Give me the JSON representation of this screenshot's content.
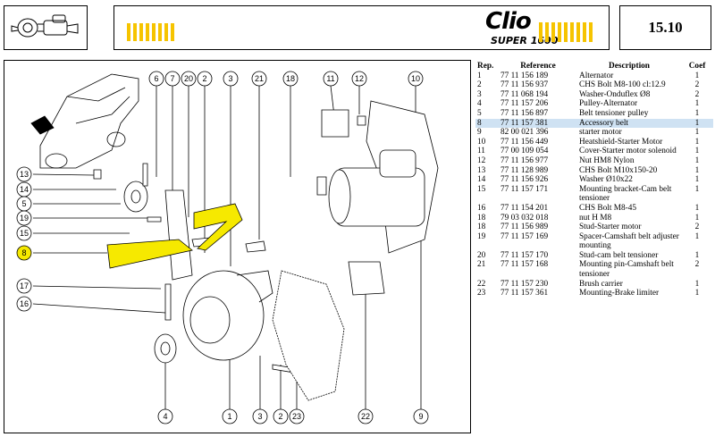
{
  "header": {
    "page_number": "15.10",
    "logo_main": "Clio",
    "logo_sub": "SUPER 1600"
  },
  "table": {
    "col_rep": "Rep.",
    "col_ref": "Reference",
    "col_desc": "Description",
    "col_coef": "Coef",
    "rows": [
      {
        "rep": "1",
        "ref": "77 11 156 189",
        "desc": "Alternator",
        "coef": "1"
      },
      {
        "rep": "2",
        "ref": "77 11 156 937",
        "desc": "CHS Bolt M8-100 cl:12.9",
        "coef": "2"
      },
      {
        "rep": "3",
        "ref": "77 11 068 194",
        "desc": "Washer-Onduflex Ø8",
        "coef": "2"
      },
      {
        "rep": "4",
        "ref": "77 11 157 206",
        "desc": "Pulley-Alternator",
        "coef": "1"
      },
      {
        "rep": "5",
        "ref": "77 11 156 897",
        "desc": "Belt tensioner pulley",
        "coef": "1"
      },
      {
        "rep": "8",
        "ref": "77 11 157 381",
        "desc": "Accessory belt",
        "coef": "1"
      },
      {
        "rep": "9",
        "ref": "82 00 021 396",
        "desc": "starter motor",
        "coef": "1"
      },
      {
        "rep": "10",
        "ref": "77 11 156 449",
        "desc": "Heatshield-Starter Motor",
        "coef": "1"
      },
      {
        "rep": "11",
        "ref": "77 00 109 054",
        "desc": "Cover-Starter motor solenoid",
        "coef": "1"
      },
      {
        "rep": "12",
        "ref": "77 11 156 977",
        "desc": "Nut HM8 Nylon",
        "coef": "1"
      },
      {
        "rep": "13",
        "ref": "77 11 128 989",
        "desc": "CHS Bolt M10x150-20",
        "coef": "1"
      },
      {
        "rep": "14",
        "ref": "77 11 156 926",
        "desc": "Washer Ø10x22",
        "coef": "1"
      },
      {
        "rep": "15",
        "ref": "77 11 157 171",
        "desc": "Mounting bracket-Cam belt tensioner",
        "coef": "1"
      },
      {
        "rep": "16",
        "ref": "77 11 154 201",
        "desc": "CHS Bolt M8-45",
        "coef": "1"
      },
      {
        "rep": "18",
        "ref": "79 03 032 018",
        "desc": "nut H M8",
        "coef": "1"
      },
      {
        "rep": "18",
        "ref": "77 11 156 989",
        "desc": "Stud-Starter motor",
        "coef": "2"
      },
      {
        "rep": "19",
        "ref": "77 11 157 169",
        "desc": "Spacer-Camshaft belt adjuster mounting",
        "coef": "1"
      },
      {
        "rep": "20",
        "ref": "77 11 157 170",
        "desc": "Stud-cam belt tensioner",
        "coef": "1"
      },
      {
        "rep": "21",
        "ref": "77 11 157 168",
        "desc": "Mounting pin-Camshaft belt tensioner",
        "coef": "2"
      },
      {
        "rep": "22",
        "ref": "77 11 157 230",
        "desc": "Brush carrier",
        "coef": "1"
      },
      {
        "rep": "23",
        "ref": "77 11 157 361",
        "desc": "Mounting-Brake limiter",
        "coef": "1"
      }
    ],
    "highlight_rep": "8",
    "highlight_color": "#cfe2f3"
  },
  "diagram": {
    "callouts_top": [
      "6",
      "7",
      "20",
      "2",
      "3",
      "21",
      "18",
      "11",
      "12",
      "10"
    ],
    "callouts_left": [
      "13",
      "14",
      "5",
      "19",
      "15",
      "8",
      "17",
      "16"
    ],
    "callouts_bottom": [
      "4",
      "1",
      "3",
      "2",
      "23",
      "22",
      "9"
    ],
    "belt_color": "#f6e900",
    "highlight_callout": "8"
  },
  "colors": {
    "accent_yellow": "#f6c400",
    "belt_yellow": "#f6e900"
  }
}
